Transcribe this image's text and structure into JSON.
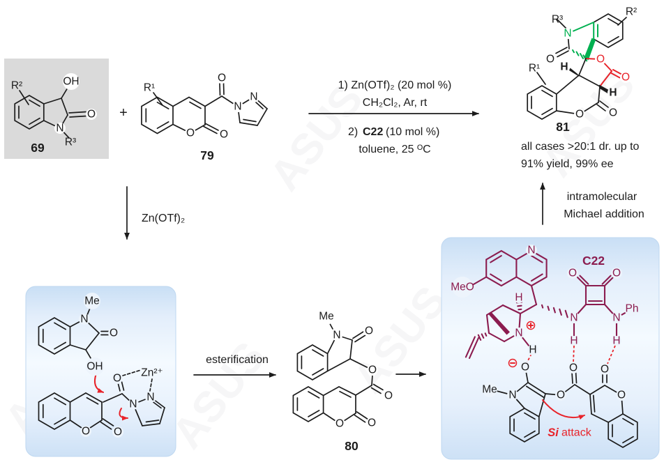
{
  "compounds": {
    "c69": {
      "number": "69"
    },
    "c79": {
      "number": "79"
    },
    "c80": {
      "number": "80"
    },
    "c81": {
      "number": "81"
    }
  },
  "operators": {
    "plus": "+"
  },
  "conditions": {
    "step1": "1) Zn(OTf)₂ (20 mol %)",
    "step1_solvent": "CH₂Cl₂, Ar, rt",
    "step2_prefix": "2) ",
    "step2_catalyst": "C22",
    "step2_suffix": " (10 mol %)",
    "step2_solvent": "toluene, 25 ᴼC"
  },
  "arrows": {
    "zn_label": "Zn(OTf)₂",
    "esterification_label": "esterification",
    "michael_line1": "intramolecular",
    "michael_line2": "Michael addition"
  },
  "results": {
    "line1": "all cases >20:1 dr. up to",
    "line2": "91% yield,  99% ee"
  },
  "catalyst": {
    "name": "C22"
  },
  "annotations": {
    "si": "Si",
    "attack": " attack",
    "zn_complex": "Zn²⁺"
  },
  "atoms": {
    "O": "O",
    "N": "N",
    "OH": "OH",
    "H": "H",
    "Me": "Me",
    "MeO": "MeO",
    "Ph": "Ph",
    "R1": "R¹",
    "R2": "R²",
    "R3": "R³"
  },
  "colors": {
    "catalyst_maroon": "#8b1c4f",
    "mechanism_red": "#e8232a",
    "stereo_green": "#00b050",
    "highlight_box_blue": "#dceaf9",
    "highlight_box_gray": "#dadada"
  },
  "watermark": {
    "text": "ASUS"
  }
}
